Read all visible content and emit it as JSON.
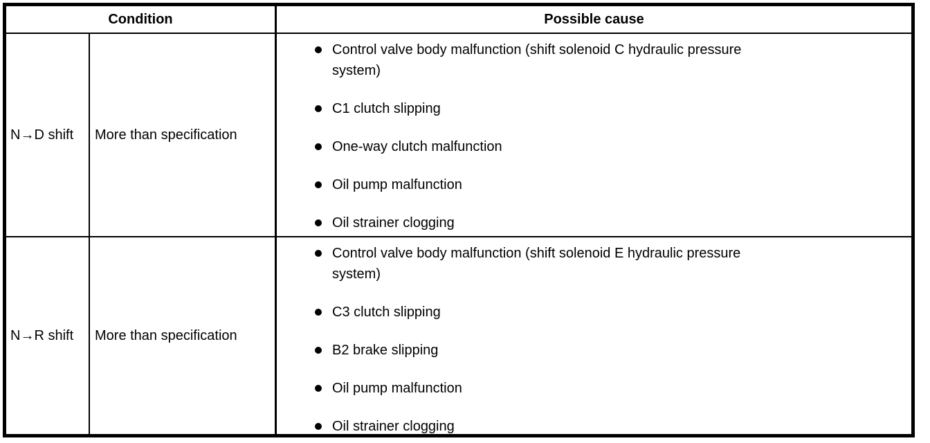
{
  "table": {
    "header": {
      "condition": "Condition",
      "possible_cause": "Possible cause"
    },
    "rows": [
      {
        "condition": "N→D shift",
        "spec": "More than specification",
        "causes": [
          "Control valve body malfunction (shift solenoid C hydraulic pressure\nsystem)",
          "C1 clutch slipping",
          "One-way clutch malfunction",
          "Oil pump malfunction",
          "Oil strainer clogging"
        ]
      },
      {
        "condition": "N→R shift",
        "spec": "More than specification",
        "causes": [
          "Control valve body malfunction (shift solenoid E hydraulic pressure\nsystem)",
          "C3 clutch slipping",
          "B2 brake slipping",
          "Oil pump malfunction",
          "Oil strainer clogging"
        ]
      }
    ]
  }
}
